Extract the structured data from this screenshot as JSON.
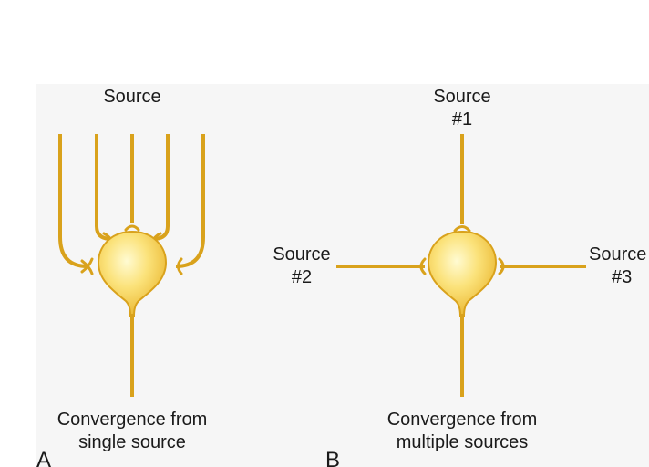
{
  "panels": [
    {
      "letter": "A",
      "source_label": "Source",
      "caption_line1": "Convergence from",
      "caption_line2": "single source"
    },
    {
      "letter": "B",
      "source1_line1": "Source",
      "source1_line2": "#1",
      "source2_line1": "Source",
      "source2_line2": "#2",
      "source3_line1": "Source",
      "source3_line2": "#3",
      "caption_line1": "Convergence from",
      "caption_line2": "multiple sources"
    }
  ],
  "colors": {
    "background_panel": "#f6f6f6",
    "axon": "#d9a21c",
    "soma_highlight": "#fff7b8",
    "soma_body": "#f5cc45",
    "soma_edge": "#d9a21c"
  }
}
